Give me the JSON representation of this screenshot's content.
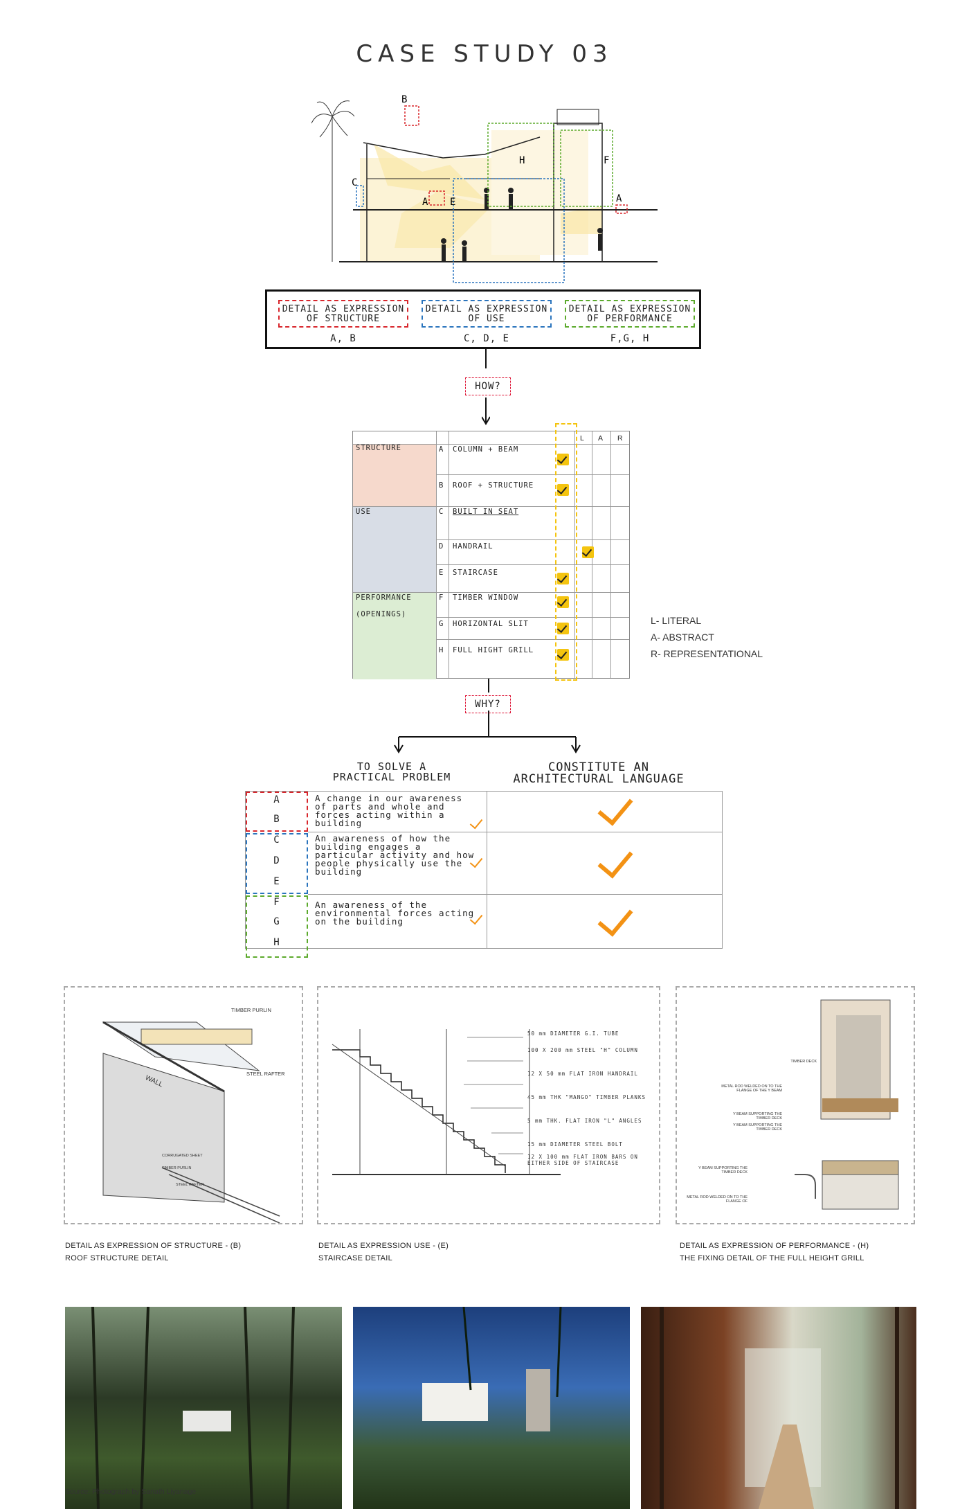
{
  "title": "CASE STUDY 03",
  "section_markers": [
    "B",
    "C",
    "A",
    "E",
    "H",
    "F",
    "A"
  ],
  "legend": {
    "categories": [
      {
        "label_line1": "DETAIL AS EXPRESSION",
        "label_line2": "OF STRUCTURE",
        "items": "A, B",
        "color": "#d8262c"
      },
      {
        "label_line1": "DETAIL AS EXPRESSION",
        "label_line2": "OF USE",
        "items": "C, D, E",
        "color": "#2a74bd"
      },
      {
        "label_line1": "DETAIL AS EXPRESSION",
        "label_line2": "OF PERFORMANCE",
        "items": "F,G, H",
        "color": "#5caa2c"
      }
    ]
  },
  "how_tag": "HOW?",
  "why_tag": "WHY?",
  "matrix": {
    "headers": [
      "L",
      "A",
      "R"
    ],
    "groups": [
      {
        "name": "STRUCTURE",
        "color": "#f6d9cc"
      },
      {
        "name": "USE",
        "color": "#d8dde6"
      },
      {
        "name": "PERFORMANCE",
        "sub": "(OPENINGS)",
        "color": "#dcedd3"
      }
    ],
    "rows": [
      {
        "letter": "A",
        "label": "COLUMN + BEAM",
        "check": "L"
      },
      {
        "letter": "B",
        "label": "ROOF + STRUCTURE",
        "check": "L"
      },
      {
        "letter": "C",
        "label": "BUILT IN SEAT",
        "check": ""
      },
      {
        "letter": "D",
        "label": "HANDRAIL",
        "check": "A"
      },
      {
        "letter": "E",
        "label": "STAIRCASE",
        "check": "L"
      },
      {
        "letter": "F",
        "label": "TIMBER WINDOW",
        "check": "L"
      },
      {
        "letter": "G",
        "label": "HORIZONTAL SLIT",
        "check": "L"
      },
      {
        "letter": "H",
        "label": "FULL HIGHT GRILL",
        "check": "L"
      }
    ]
  },
  "abbreviations": [
    "L- LITERAL",
    "A- ABSTRACT",
    "R- REPRESENTATIONAL"
  ],
  "why": {
    "col1_line1": "TO SOLVE A",
    "col1_line2": "PRACTICAL PROBLEM",
    "col2_line1": "CONSTITUTE AN",
    "col2_line2": "ARCHITECTURAL LANGUAGE",
    "groups": [
      {
        "letters": [
          "A",
          "B"
        ],
        "text": "A change in our awareness of parts and whole and forces acting within a building",
        "color": "#d8262c"
      },
      {
        "letters": [
          "C",
          "D",
          "E"
        ],
        "text": "An awareness of how the building engages a particular activity and how people physically use the building",
        "color": "#2a74bd"
      },
      {
        "letters": [
          "F",
          "G",
          "H"
        ],
        "text": "An awareness of the environmental forces acting on the building",
        "color": "#5caa2c"
      }
    ]
  },
  "details": [
    {
      "caption1": "DETAIL AS EXPRESSION OF STRUCTURE - (B)",
      "caption2": "ROOF STRUCTURE DETAIL",
      "annotations": [
        "TIMBER PURLIN",
        "STEEL RAFTER",
        "WALL",
        "CORRUGATED SHEET",
        "TIMBER PURLIN",
        "STEEL RAFTER"
      ]
    },
    {
      "caption1": "DETAIL AS EXPRESSION USE - (E)",
      "caption2": "STAIRCASE DETAIL",
      "annotations": [
        "50 mm DIAMETER G.I. TUBE",
        "100 X 200 mm STEEL \"H\" COLUMN",
        "12 X 50 mm FLAT IRON HANDRAIL",
        "45 mm THK \"MANGO\" TIMBER PLANKS",
        "5 mm THK. FLAT IRON \"L\" ANGLES",
        "15 mm DIAMETER STEEL BOLT",
        "12 X 100 mm FLAT IRON BARS ON EITHER SIDE OF STAIRCASE"
      ]
    },
    {
      "caption1": "DETAIL AS EXPRESSION OF PERFORMANCE - (H)",
      "caption2": "THE FIXING DETAIL OF THE FULL HEIGHT GRILL",
      "annotations": [
        "TIMBER DECK",
        "METAL ROD WELDED ON TO THE FLANGE OF THE Y BEAM",
        "Y BEAM SUPPORTING THE TIMBER DECK",
        "Y BEAM SUPPORTING THE TIMBER DECK",
        "Y BEAM SUPPORTING THE TIMBER DECK",
        "METAL ROD WELDED ON TO THE FLANGE OF"
      ]
    }
  ],
  "source": "Source: Photograph by Sanath Liyanage"
}
